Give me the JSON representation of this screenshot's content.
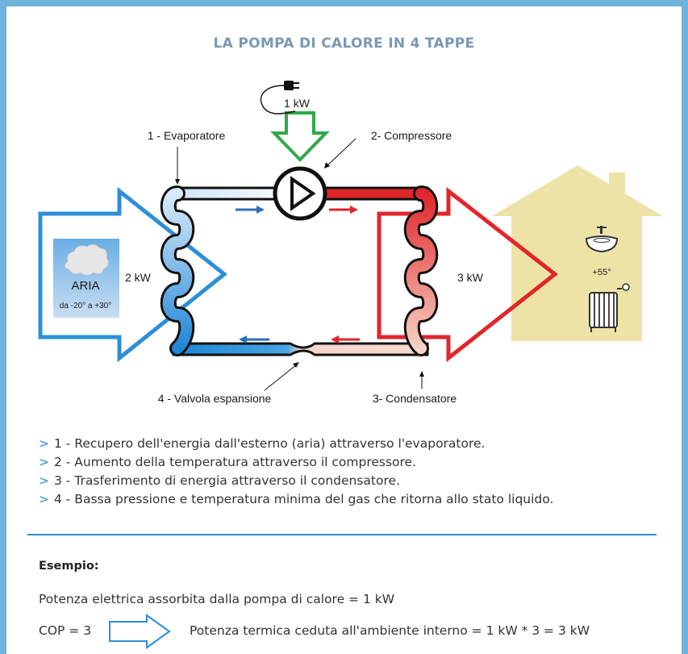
{
  "title": "LA POMPA DI CALORE IN 4 TAPPE",
  "diagram": {
    "electric_input": "1 kW",
    "label_evaporator": "1 - Evaporatore",
    "label_compressor": "2- Compressore",
    "label_valve": "4 - Valvola espansione",
    "label_condenser": "3- Condensatore",
    "air_input_power": "2 kW",
    "heat_output_power": "3 kW",
    "air_label": "ARIA",
    "air_range": "da -20° a +30°",
    "water_temp": "+55°"
  },
  "steps": [
    {
      "num": "1",
      "text": "1 - Recupero dell'energia dall'esterno (aria) attraverso l'evaporatore."
    },
    {
      "num": "2",
      "text": "2 - Aumento della temperatura attraverso il compressore."
    },
    {
      "num": "3",
      "text": "3 - Trasferimento di energia attraverso il condensatore."
    },
    {
      "num": "4",
      "text": "4 - Bassa pressione e temperatura minima del gas che ritorna allo stato liquido."
    }
  ],
  "example": {
    "title": "Esempio:",
    "line1": "Potenza elettrica assorbita dalla pompa di calore = 1 kW",
    "cop": "COP = 3",
    "line2": "Potenza termica ceduta all'ambiente interno = 1 kW * 3 = 3 kW"
  },
  "colors": {
    "frame": "#6fb3dc",
    "title": "#7a98b4",
    "cold": "#2d8fd8",
    "hot": "#e0262b",
    "house": "#ede3a6",
    "green": "#2fa84a"
  }
}
